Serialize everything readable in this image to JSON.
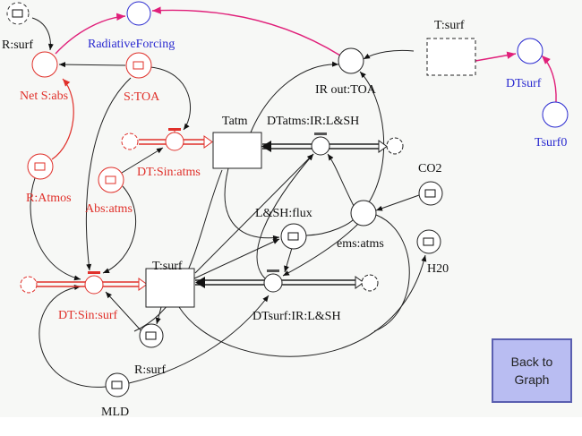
{
  "nodes": {
    "r_surf_ghost": "R:surf",
    "radiative_forcing": "RadiativeForcing",
    "net_s_abs": "Net S:abs",
    "s_toa": "S:TOA",
    "ir_out_toa": "IR out:TOA",
    "t_surf_ghost": "T:surf",
    "dtsurf": "DTsurf",
    "tsurf0": "Tsurf0",
    "tatm": "Tatm",
    "dtatms_ir_lsh": "DTatms:IR:L&SH",
    "dt_sin_atms": "DT:Sin:atms",
    "r_atmos": "R:Atmos",
    "abs_atms": "Abs:atms",
    "co2": "CO2",
    "lsh_flux": "L&SH:flux",
    "ems_atms": "ems:atms",
    "h20": "H20",
    "t_surf": "T:surf",
    "dt_sin_surf": "DT:Sin:surf",
    "dtsurf_ir_lsh": "DTsurf:IR:L&SH",
    "r_surf": "R:surf",
    "mld": "MLD"
  },
  "button": {
    "back_to_graph": "Back to\nGraph"
  },
  "colors": {
    "shortwave": "#e0302a",
    "output": "#2a2ad0",
    "link": "#e0207a",
    "button": "#b9bdf2"
  }
}
